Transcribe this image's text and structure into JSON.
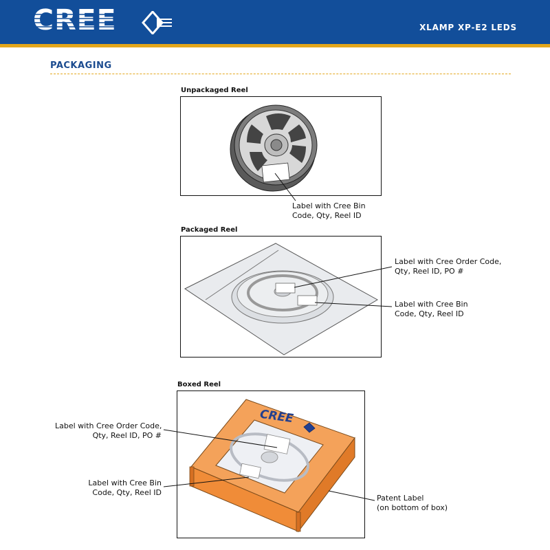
{
  "header": {
    "logo_text": "CREE",
    "title": "XLAMP XP-E2 LEDS",
    "colors": {
      "banner": "#124e9a",
      "stripe": "#e3a61b"
    }
  },
  "section": {
    "title": "PACKAGING"
  },
  "figures": [
    {
      "caption": "Unpackaged Reel",
      "callouts": [
        {
          "line1": "Label with Cree Bin",
          "line2": "Code, Qty, Reel ID"
        }
      ]
    },
    {
      "caption": "Packaged Reel",
      "callouts": [
        {
          "line1": "Label with Cree Order Code,",
          "line2": "Qty, Reel ID, PO #"
        },
        {
          "line1": "Label with Cree Bin",
          "line2": "Code, Qty, Reel ID"
        }
      ]
    },
    {
      "caption": "Boxed Reel",
      "box_logo": "CREE",
      "callouts": [
        {
          "line1": "Label with Cree Order Code,",
          "line2": "Qty, Reel ID, PO #"
        },
        {
          "line1": "Label with Cree Bin",
          "line2": "Code, Qty, Reel ID"
        },
        {
          "line1": "Patent Label",
          "line2": "(on bottom of box)"
        }
      ]
    }
  ]
}
